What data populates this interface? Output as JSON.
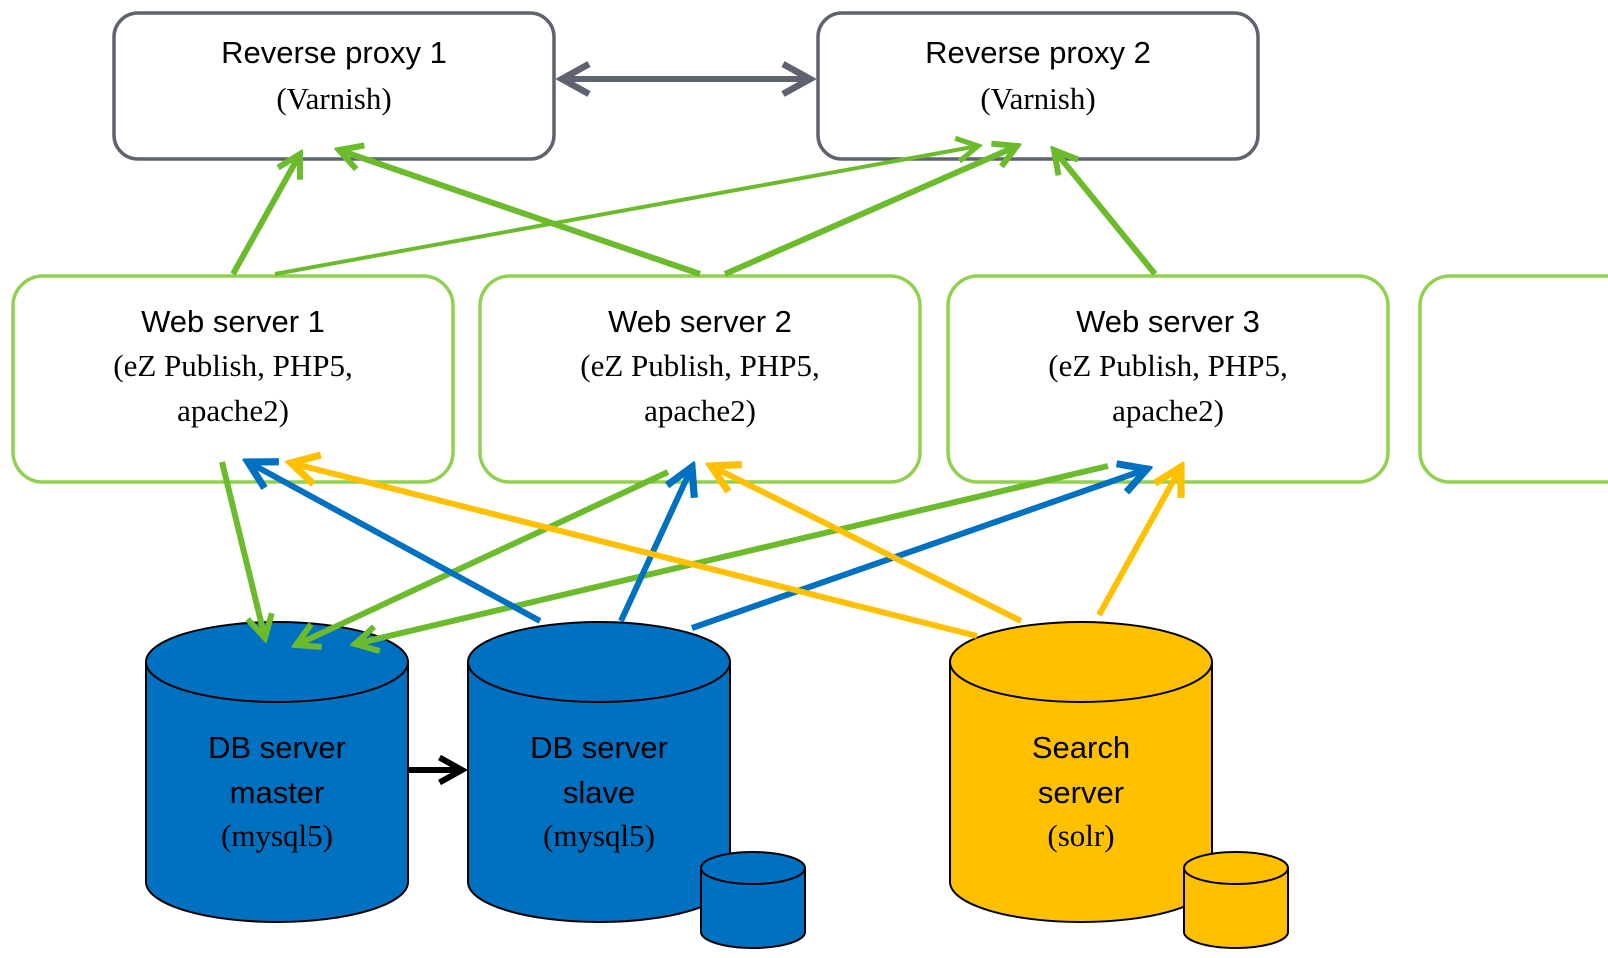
{
  "nodes": {
    "proxy1": {
      "title": "Reverse proxy 1",
      "subtitle": "(Varnish)"
    },
    "proxy2": {
      "title": "Reverse proxy 2",
      "subtitle": "(Varnish)"
    },
    "web1": {
      "title": "Web server 1",
      "line2": "(eZ Publish, PHP5,",
      "line3": "apache2)"
    },
    "web2": {
      "title": "Web server 2",
      "line2": "(eZ Publish, PHP5,",
      "line3": "apache2)"
    },
    "web3": {
      "title": "Web server 3",
      "line2": "(eZ Publish, PHP5,",
      "line3": "apache2)"
    },
    "db_master": {
      "line1": "DB server",
      "line2": "master",
      "line3": "(mysql5)"
    },
    "db_slave": {
      "line1": "DB server",
      "line2": "slave",
      "line3": "(mysql5)"
    },
    "search": {
      "line1": "Search",
      "line2": "server",
      "line3": "(solr)"
    }
  },
  "colors": {
    "proxy_border": "#5d6470",
    "web_border": "#92d050",
    "http_arrow": "#6cbb2c",
    "db_blue": "#0070c0",
    "search_gold": "#ffc000",
    "replication_arrow": "#000000"
  }
}
